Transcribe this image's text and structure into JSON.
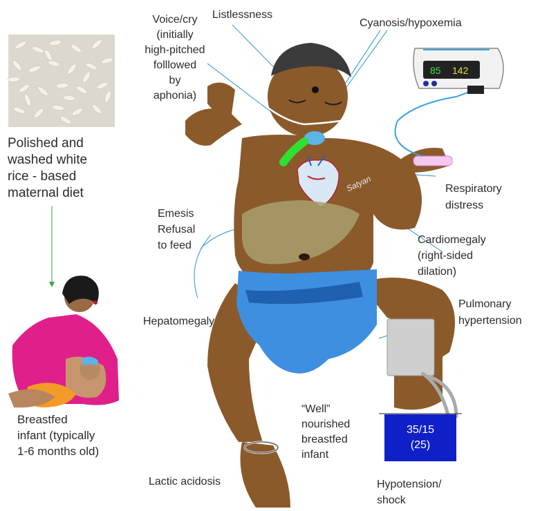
{
  "labels": {
    "rice_diet": "Polished and\nwashed white\nrice - based\nmaternal diet",
    "breastfed": "Breastfed\ninfant (typically\n1-6 months old)",
    "voice_cry": "Voice/cry\n(initially\nhigh-pitched\nfolllowed\nby\naphonia)",
    "listlessness": "Listlessness",
    "cyanosis": "Cyanosis/hypoxemia",
    "respiratory": "Respiratory\ndistress",
    "emesis": "Emesis\nRefusal\nto feed",
    "cardiomegaly": "Cardiomegaly\n(right-sided\ndilation)",
    "hepatomegaly": "Hepatomegaly",
    "pulmonary": "Pulmonary\nhypertension",
    "well_nourished": "“Well”\nnourished\nbreastfed\ninfant",
    "lactic": "Lactic acidosis",
    "hypotension": "Hypotension/\nshock"
  },
  "monitor": {
    "spo2": "85",
    "heart_rate": "142"
  },
  "blood_pressure": {
    "reading": "35/15",
    "mean": "(25)"
  },
  "signature": "Satyan",
  "colors": {
    "skin": "#8b5a2b",
    "diaper": "#3f8fe0",
    "liver": "#a9a070",
    "pointer_lines": "#4aa3dc",
    "bp_box": "#1020c8",
    "mother_shirt": "#e0208a",
    "tube_green": "#30e030"
  }
}
